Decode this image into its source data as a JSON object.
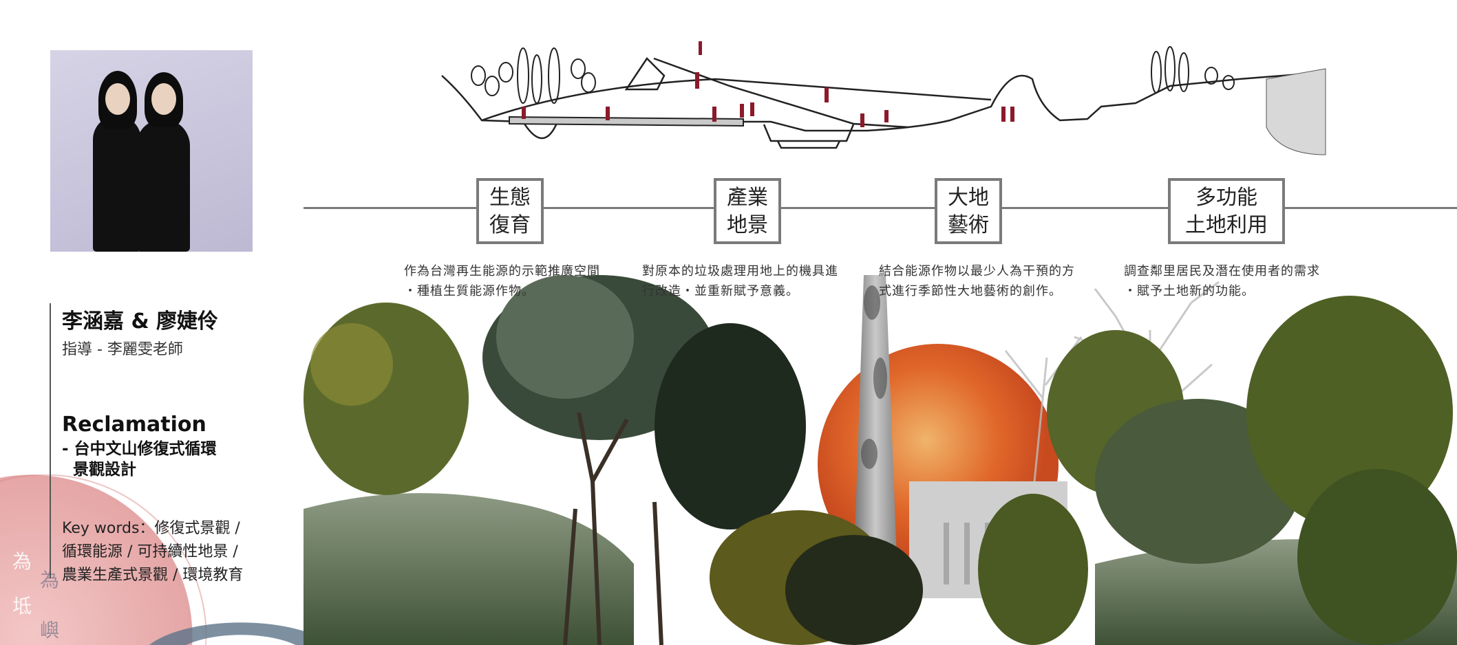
{
  "authors": "李涵嘉 & 廖婕伶",
  "advisor": "指導 - 李麗雯老師",
  "project_title": "Reclamation",
  "project_subtitle": "- 台中文山修復式循環\n  景觀設計",
  "keywords": {
    "line1": "Key words：修復式景觀 /",
    "line2": "循環能源 / 可持續性地景 /",
    "line3": "農業生產式景觀 / 環境教育"
  },
  "side_chars": [
    "為",
    "坻",
    "為",
    "嶼"
  ],
  "timeline": [
    {
      "label_1": "生態",
      "label_2": "復育",
      "desc": "作為台灣再生能源的示範推廣空間\n・種植生質能源作物。"
    },
    {
      "label_1": "產業",
      "label_2": "地景",
      "desc": "對原本的垃圾處理用地上的機具進\n行改造・並重新賦予意義。"
    },
    {
      "label_1": "大地",
      "label_2": "藝術",
      "desc": "結合能源作物以最少人為干預的方\n式進行季節性大地藝術的創作。"
    },
    {
      "label_1": "多功能",
      "label_2": "土地利用",
      "desc": "調查鄰里居民及潛在使用者的需求\n・賦予土地新的功能。"
    }
  ],
  "colors": {
    "accent_red": "#8b1a2b",
    "sun": "#e0672a",
    "pink": "#e8a9a9",
    "line_gray": "#7a7a7a"
  }
}
